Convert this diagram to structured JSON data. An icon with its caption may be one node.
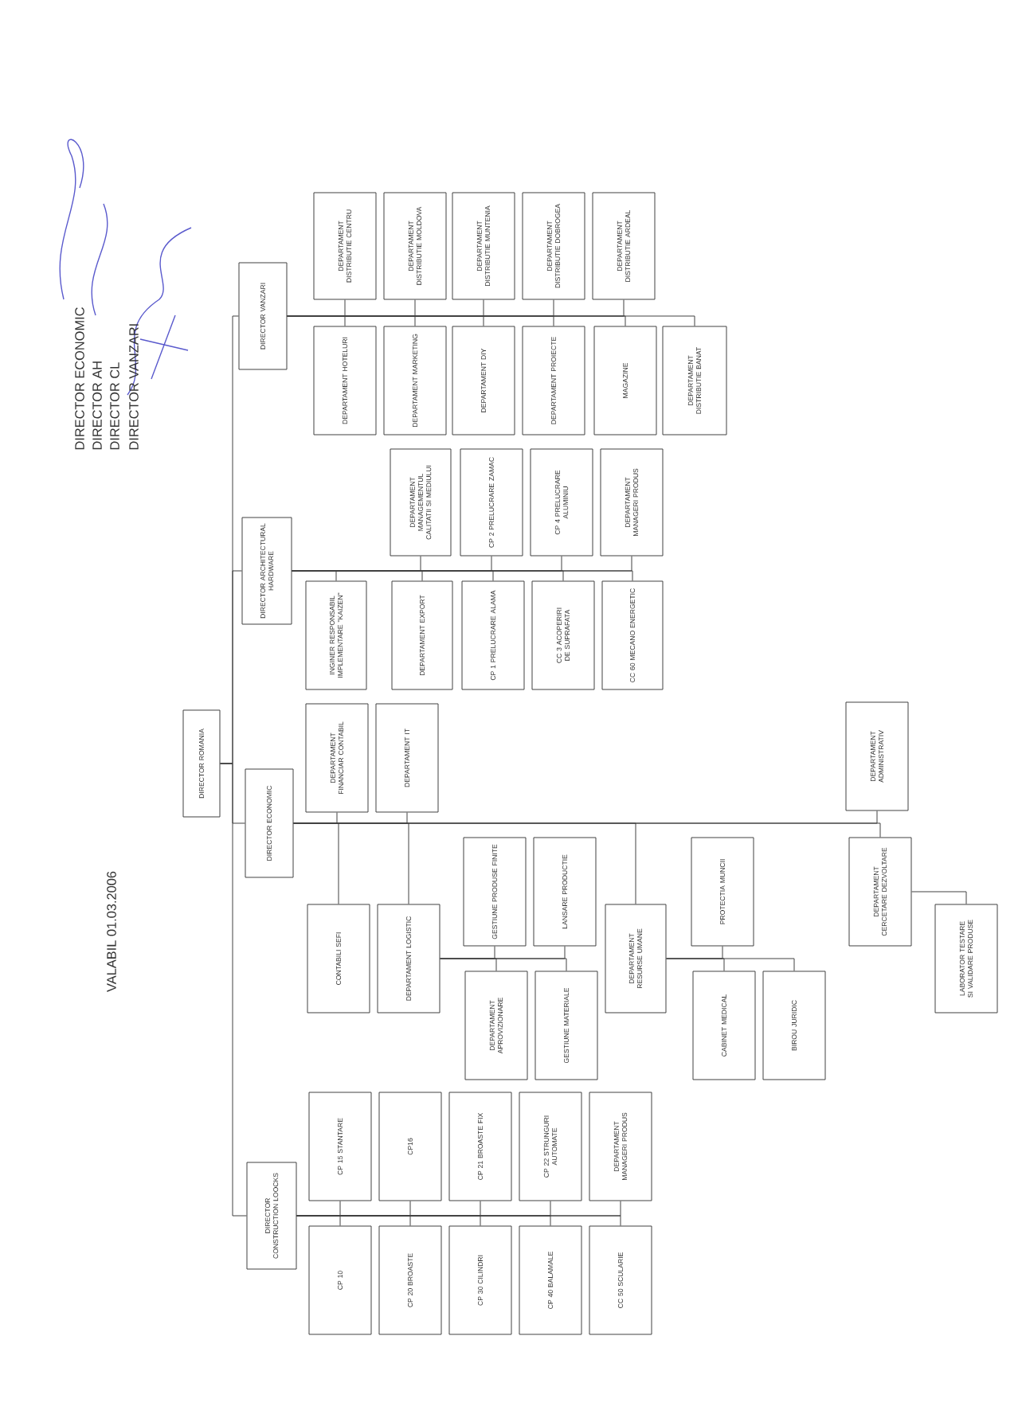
{
  "diagram": {
    "nodes": [
      {
        "text": [
          "DIRECTOR ROMANIA"
        ]
      },
      {
        "text": [
          "DIRECTOR CONSTRUCTION LOOCKS"
        ]
      },
      {
        "text": [
          "DIRECTOR ECONOMIC"
        ]
      },
      {
        "text": [
          "DIRECTOR ARCHITECTURAL HARDWARE"
        ]
      },
      {
        "text": [
          "DIRECTOR VANZARI"
        ]
      },
      {
        "text": [
          "CP 15 STANTARE"
        ]
      },
      {
        "text": [
          "CP 10"
        ]
      },
      {
        "text": [
          "CP16"
        ]
      },
      {
        "text": [
          "CP 20 BROASTE"
        ]
      },
      {
        "text": [
          "CP 21 BROASTE FIX"
        ]
      },
      {
        "text": [
          "CP 30 CILINDRI"
        ]
      },
      {
        "text": [
          "CP 22 STRUNGURI AUTOMATE"
        ]
      },
      {
        "text": [
          "CP 40 BALAMALE"
        ]
      },
      {
        "text": [
          "DEPARTAMENT MANAGERI PRODUS"
        ]
      },
      {
        "text": [
          "CC 50 SCULARIE"
        ]
      },
      {
        "text": [
          "DEPARTAMENT FINANCIAR CONTABIL"
        ]
      },
      {
        "text": [
          "CONTABILI SEFI"
        ]
      },
      {
        "text": [
          "DEPARTAMENT IT"
        ]
      },
      {
        "text": [
          "DEPARTAMENT LOGISTIC"
        ]
      },
      {
        "text": [
          "GESTIUNE PRODUSE FINITE"
        ]
      },
      {
        "text": [
          "DEPARTAMENT APROVIZIONARE"
        ]
      },
      {
        "text": [
          "LANSARE PRODUCTIE"
        ]
      },
      {
        "text": [
          "GESTIUNE MATERIALE"
        ]
      },
      {
        "text": [
          "DEPARTAMENT RESURSE UMANE"
        ]
      },
      {
        "text": [
          "PROTECTIA MUNCII"
        ]
      },
      {
        "text": [
          "CABINET MEDICAL"
        ]
      },
      {
        "text": [
          "BIROU JURIDIC"
        ]
      },
      {
        "text": [
          "DEPARTAMENT ADMINISTRATIV"
        ]
      },
      {
        "text": [
          "DEPARTAMENT CERCETARE DEZVOLTARE"
        ]
      },
      {
        "text": [
          "LABORATOR TESTARE SI VALIDARE PRODUSE"
        ]
      },
      {
        "text": [
          "INGINER RESPONSABIL IMPLEMENTARE \"KAIZEN\""
        ]
      },
      {
        "text": [
          "DEPARTAMENT MANAGEMENTUL CALITATII SI MEDIULUI"
        ]
      },
      {
        "text": [
          "DEPARTAMENT EXPORT"
        ]
      },
      {
        "text": [
          "CP 2 PRELUCRARE ZAMAC"
        ]
      },
      {
        "text": [
          "CP 1 PRELUCRARE ALAMA"
        ]
      },
      {
        "text": [
          "CP 4 PRELUCRARE ALUMINIU"
        ]
      },
      {
        "text": [
          "CC 3 ACOPERIRI DE SUPRAFATA"
        ]
      },
      {
        "text": [
          "DEPARTAMENT MANAGERI PRODUS"
        ]
      },
      {
        "text": [
          "CC 60 MECANO ENERGETIC"
        ]
      },
      {
        "text": [
          "DEPARTAMENT DISTRIBUTIE CENTRU"
        ]
      },
      {
        "text": [
          "DEPARTAMENT HOTELURI"
        ]
      },
      {
        "text": [
          "DEPARTAMENT DISTRIBUTIE MOLDOVA"
        ]
      },
      {
        "text": [
          "DEPARTAMENT MARKETING"
        ]
      },
      {
        "text": [
          "DEPARTAMENT DISTRIBUTIE MUNTENIA"
        ]
      },
      {
        "text": [
          "DEPARTAMENT DIY"
        ]
      },
      {
        "text": [
          "DEPARTAMENT DISTRIBUTIE DOBROGEA"
        ]
      },
      {
        "text": [
          "DEPARTAMENT PROIECTE"
        ]
      },
      {
        "text": [
          "DEPARTAMENT DISTRIBUTIE ARDEAL"
        ]
      },
      {
        "text": [
          "MAGAZINE"
        ]
      },
      {
        "text": [
          "DEPARTAMENT DISTRIBUTIE BANAT"
        ]
      }
    ],
    "edges": [
      {
        "from": 0,
        "to": 1,
        "arrow": "none"
      },
      {
        "from": 0,
        "to": 2,
        "arrow": "none"
      },
      {
        "from": 0,
        "to": 3,
        "arrow": "none"
      },
      {
        "from": 0,
        "to": 4,
        "arrow": "none"
      },
      {
        "from": 1,
        "to": 5,
        "arrow": "none"
      },
      {
        "from": 1,
        "to": 6,
        "arrow": "none"
      },
      {
        "from": 1,
        "to": 7,
        "arrow": "none"
      },
      {
        "from": 1,
        "to": 8,
        "arrow": "none"
      },
      {
        "from": 1,
        "to": 9,
        "arrow": "none"
      },
      {
        "from": 1,
        "to": 10,
        "arrow": "none"
      },
      {
        "from": 1,
        "to": 11,
        "arrow": "none"
      },
      {
        "from": 1,
        "to": 12,
        "arrow": "none"
      },
      {
        "from": 1,
        "to": 13,
        "arrow": "none"
      },
      {
        "from": 1,
        "to": 14,
        "arrow": "none"
      },
      {
        "from": 2,
        "to": 15,
        "arrow": "none"
      },
      {
        "from": 2,
        "to": 16,
        "arrow": "none"
      },
      {
        "from": 2,
        "to": 17,
        "arrow": "none"
      },
      {
        "from": 2,
        "to": 18,
        "arrow": "none"
      },
      {
        "from": 2,
        "to": 23,
        "arrow": "none"
      },
      {
        "from": 2,
        "to": 27,
        "arrow": "none"
      },
      {
        "from": 2,
        "to": 28,
        "arrow": "none"
      },
      {
        "from": 18,
        "to": 19,
        "arrow": "none"
      },
      {
        "from": 18,
        "to": 20,
        "arrow": "none"
      },
      {
        "from": 18,
        "to": 21,
        "arrow": "none"
      },
      {
        "from": 18,
        "to": 22,
        "arrow": "none"
      },
      {
        "from": 23,
        "to": 24,
        "arrow": "none"
      },
      {
        "from": 23,
        "to": 25,
        "arrow": "none"
      },
      {
        "from": 23,
        "to": 26,
        "arrow": "none"
      },
      {
        "from": 28,
        "to": 29,
        "arrow": "none"
      },
      {
        "from": 3,
        "to": 30,
        "arrow": "none"
      },
      {
        "from": 3,
        "to": 31,
        "arrow": "none"
      },
      {
        "from": 3,
        "to": 32,
        "arrow": "none"
      },
      {
        "from": 3,
        "to": 33,
        "arrow": "none"
      },
      {
        "from": 3,
        "to": 34,
        "arrow": "none"
      },
      {
        "from": 3,
        "to": 35,
        "arrow": "none"
      },
      {
        "from": 3,
        "to": 36,
        "arrow": "none"
      },
      {
        "from": 3,
        "to": 37,
        "arrow": "none"
      },
      {
        "from": 3,
        "to": 38,
        "arrow": "none"
      },
      {
        "from": 4,
        "to": 39,
        "arrow": "none"
      },
      {
        "from": 4,
        "to": 40,
        "arrow": "none"
      },
      {
        "from": 4,
        "to": 41,
        "arrow": "none"
      },
      {
        "from": 4,
        "to": 42,
        "arrow": "none"
      },
      {
        "from": 4,
        "to": 43,
        "arrow": "none"
      },
      {
        "from": 4,
        "to": 44,
        "arrow": "none"
      },
      {
        "from": 4,
        "to": 45,
        "arrow": "none"
      },
      {
        "from": 4,
        "to": 46,
        "arrow": "none"
      },
      {
        "from": 4,
        "to": 47,
        "arrow": "none"
      },
      {
        "from": 4,
        "to": 48,
        "arrow": "none"
      },
      {
        "from": 4,
        "to": 49,
        "arrow": "none"
      }
    ],
    "labels": [
      "VALABIL 01.03.2006",
      "DIRECTOR ECONOMIC",
      "DIRECTOR AH",
      "DIRECTOR CL",
      "DIRECTOR VANZARI"
    ]
  }
}
